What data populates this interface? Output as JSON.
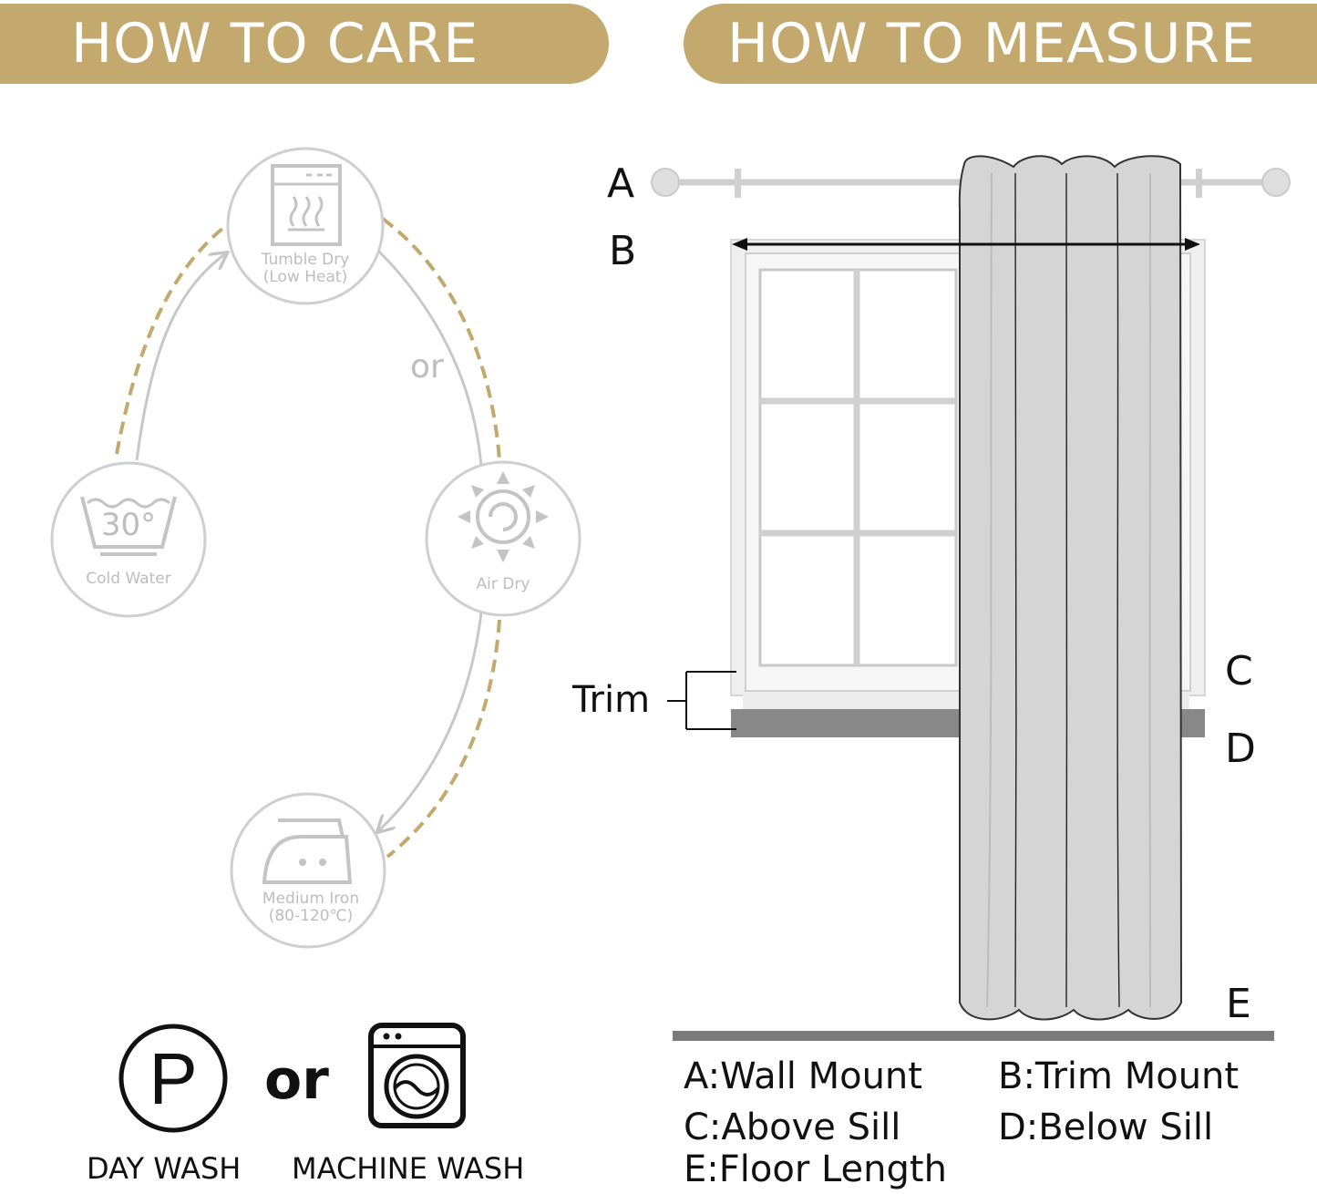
{
  "care": {
    "title": "HOW  TO CARE",
    "connector_text": "or",
    "steps": [
      {
        "icon": "tumble-dry-icon",
        "line1": "Tumble Dry",
        "line2": "(Low Heat)"
      },
      {
        "icon": "cold-wash-30-icon",
        "badge": "30°",
        "line1": "Cold Water"
      },
      {
        "icon": "sun-air-dry-icon",
        "line1": "Air Dry"
      },
      {
        "icon": "iron-icon",
        "line1": "Medium Iron",
        "line2": "(80-120℃)"
      }
    ],
    "wash_options": {
      "day_wash_symbol": "P",
      "day_wash_label": "DAY WASH",
      "or_text": "or",
      "machine_wash_label": "MACHINE WASH"
    }
  },
  "measure": {
    "title": "HOW  TO MEASURE",
    "points": {
      "a": "A",
      "b": "B",
      "c": "C",
      "d": "D",
      "e": "E"
    },
    "trim_label": "Trim",
    "legend": {
      "a": "A:Wall Mount",
      "b": "B:Trim Mount",
      "c": "C:Above Sill",
      "d": "D:Below Sill",
      "e": "E:Floor Length"
    }
  },
  "colors": {
    "banner": "#c3a96e",
    "dashed_path": "#c3a96e",
    "icon_grey": "#bdbdbd",
    "curtain": "#d5d5d5",
    "floor": "#7a7a7a"
  }
}
